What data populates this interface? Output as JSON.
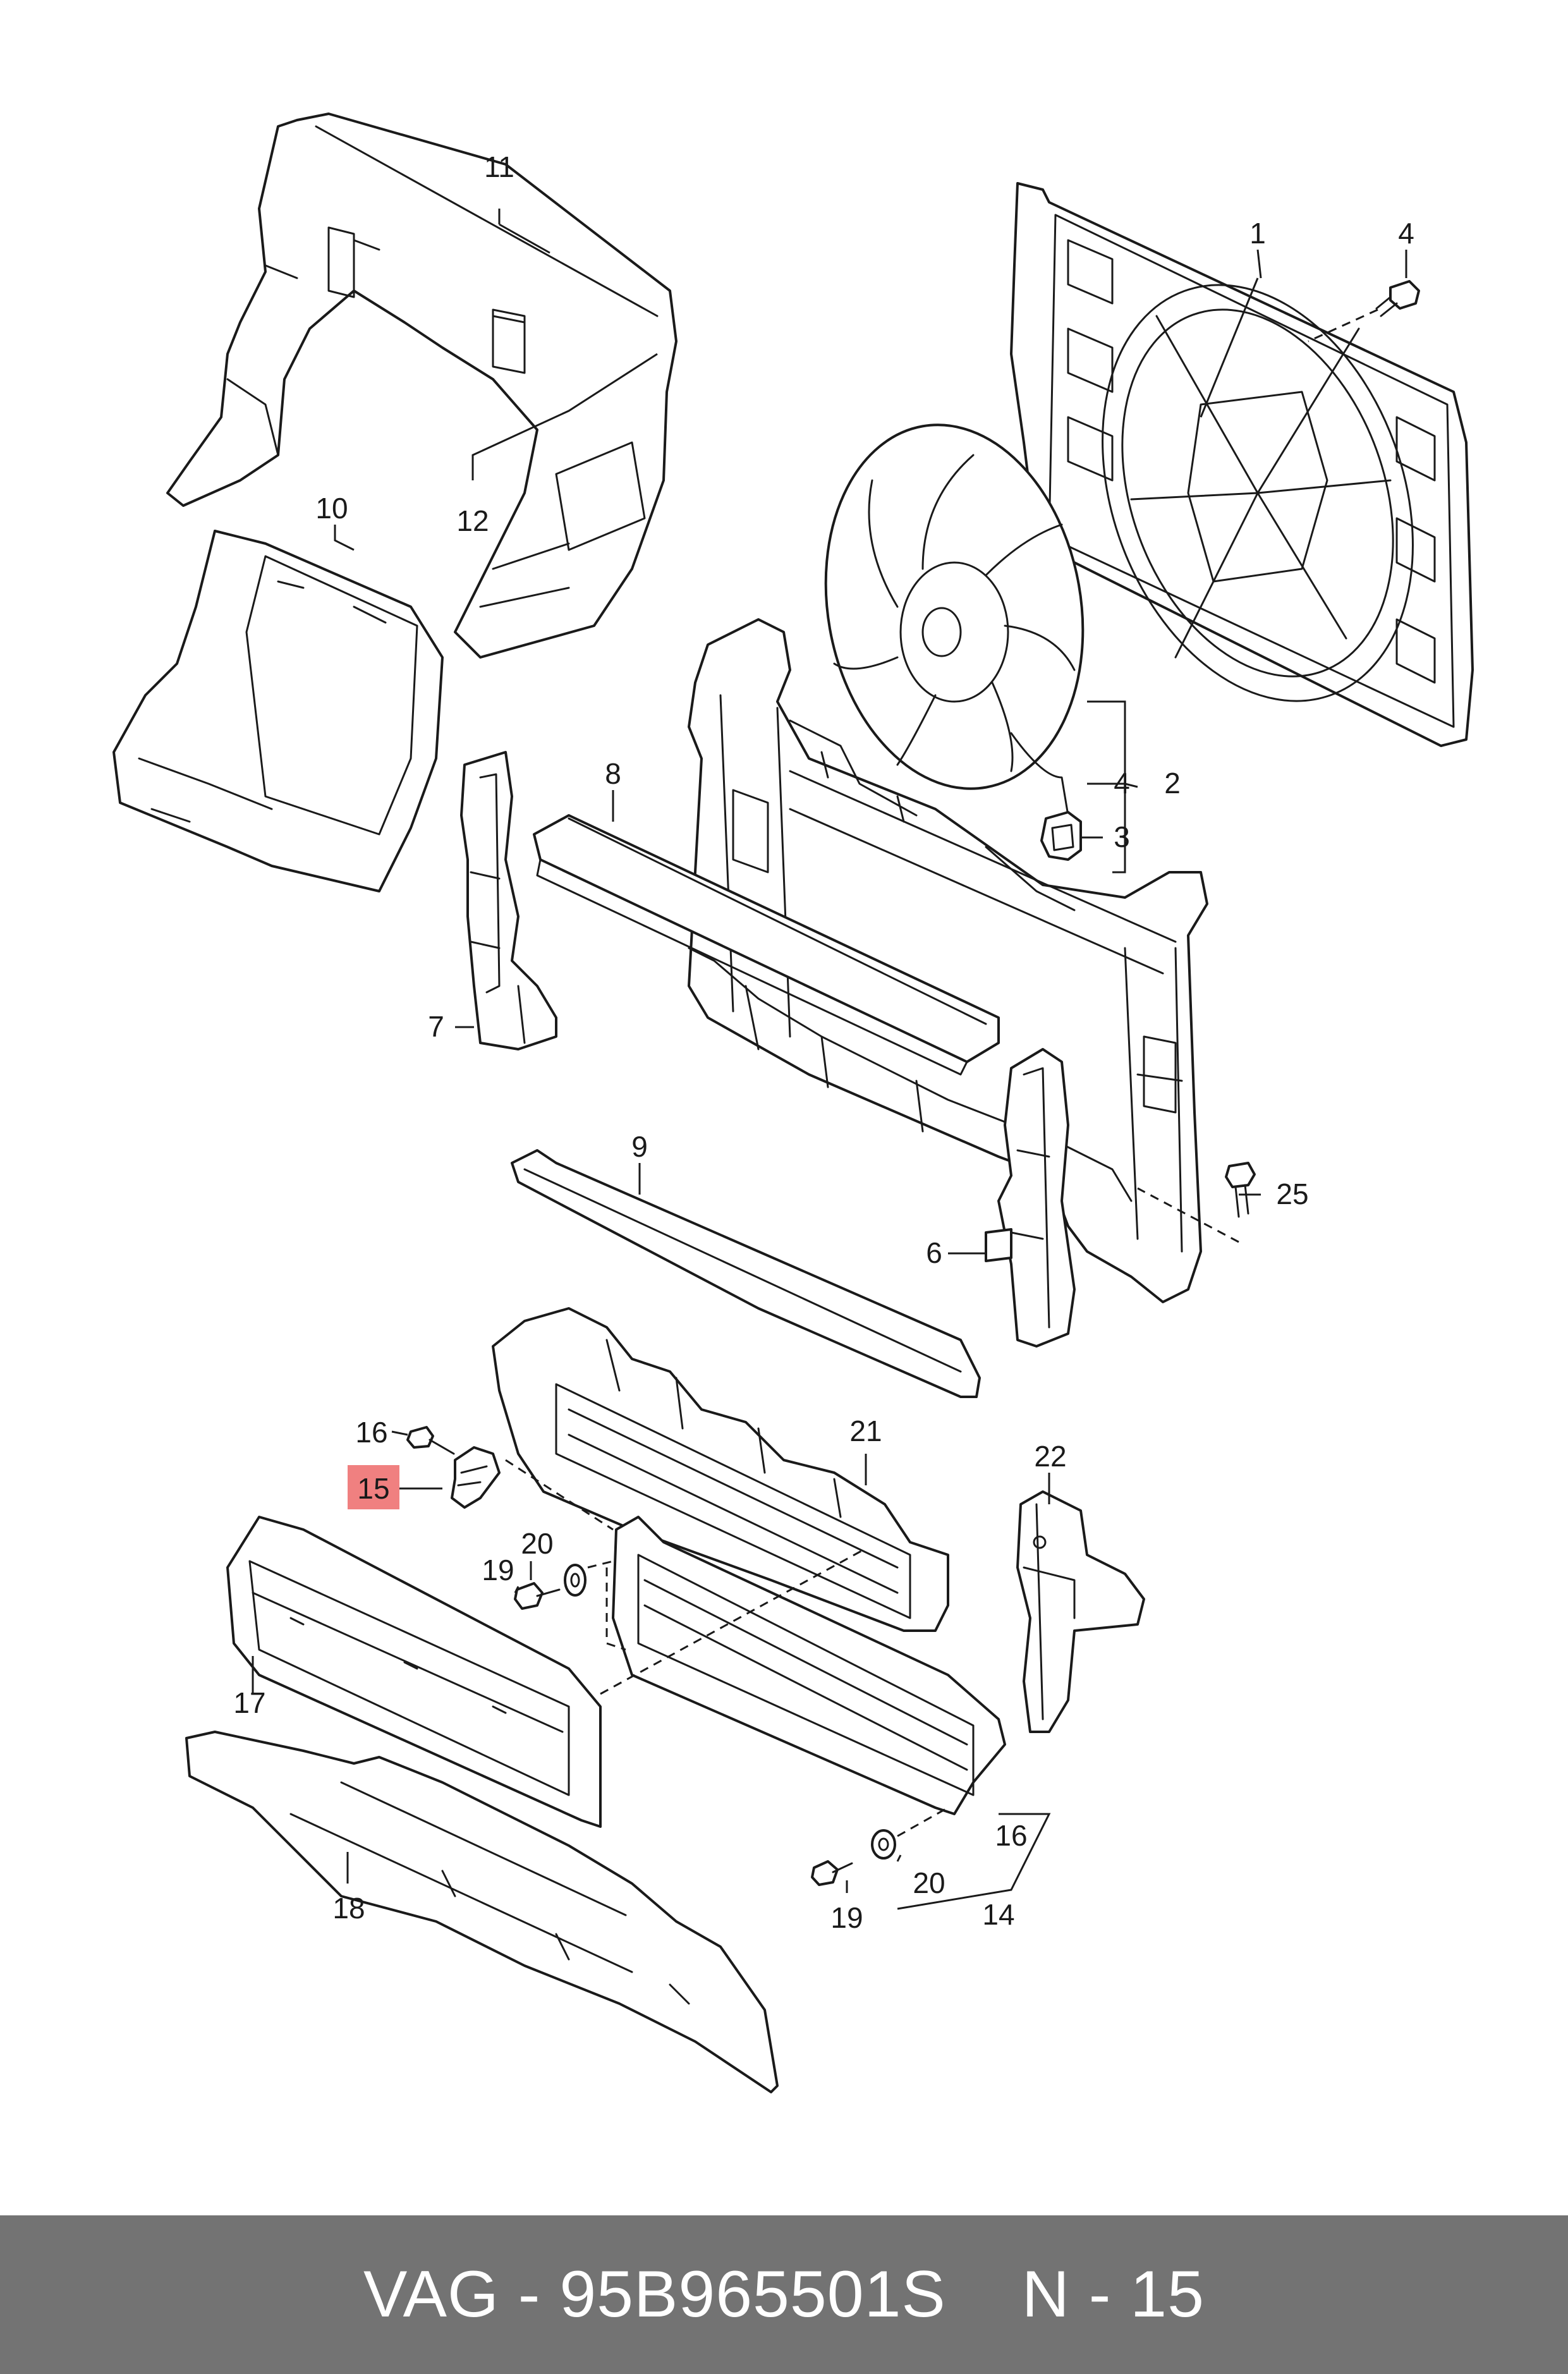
{
  "callouts": {
    "c1": "1",
    "c2": "2",
    "c3": "3",
    "c4a": "4",
    "c4b": "4",
    "c6": "6",
    "c7": "7",
    "c8": "8",
    "c9": "9",
    "c10": "10",
    "c11": "11",
    "c12": "12",
    "c14": "14",
    "c15": "15",
    "c16a": "16",
    "c16b": "16",
    "c17": "17",
    "c18": "18",
    "c19a": "19",
    "c19b": "19",
    "c20a": "20",
    "c20b": "20",
    "c21": "21",
    "c22": "22",
    "c25": "25"
  },
  "highlight": {
    "callout": "15",
    "color": "#f08080"
  },
  "footer": {
    "brand": "VAG - 95B965501S",
    "ref": "N - 15",
    "background": "#737373"
  }
}
